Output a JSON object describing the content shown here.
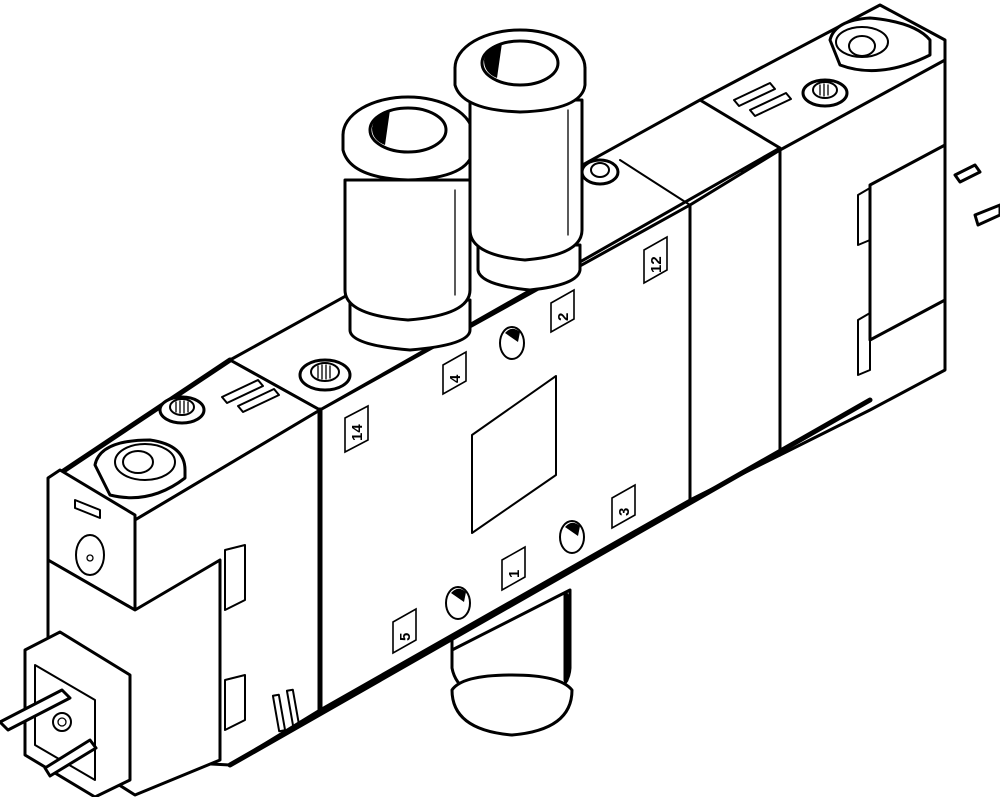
{
  "drawing": {
    "subject": "5/2 solenoid valve with push-in fittings",
    "style": "isometric line drawing",
    "colors": {
      "line": "#000000",
      "background": "#ffffff"
    }
  },
  "ports": {
    "p14": "14",
    "p4": "4",
    "p2": "2",
    "p12": "12",
    "p5": "5",
    "p1": "1",
    "p3": "3"
  }
}
